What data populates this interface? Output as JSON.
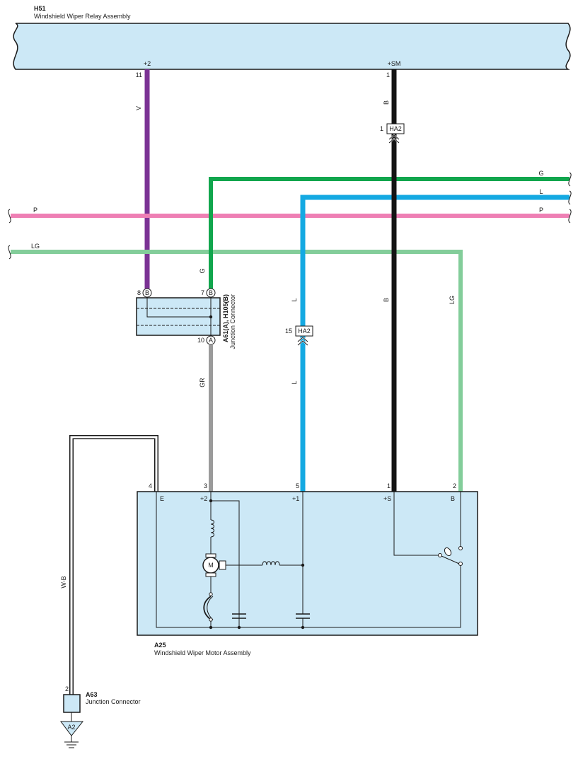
{
  "colors": {
    "violet": "#7b3294",
    "black": "#141414",
    "green": "#11a64d",
    "blue": "#14a9e2",
    "pink": "#ee7fb4",
    "light_green": "#83cd9a",
    "gray": "#9a9a9a",
    "box_fill": "#cce8f6"
  },
  "relay": {
    "code": "H51",
    "name": "Windshield Wiper Relay Assembly",
    "term_plus2": "+2",
    "term_plussm": "+SM",
    "pin_11": "11",
    "pin_1": "1"
  },
  "wires": {
    "v": "V",
    "b_top": "B",
    "b_mid": "B",
    "g_right": "G",
    "l_right": "L",
    "p_left": "P",
    "p_right": "P",
    "lg_left": "LG",
    "g_vert": "G",
    "l_upper": "L",
    "l_lower": "L",
    "lg_vert": "LG",
    "gr": "GR",
    "wb": "W-B"
  },
  "ha2_top": {
    "pin": "1",
    "label": "HA2"
  },
  "ha2_mid": {
    "pin": "15",
    "label": "HA2"
  },
  "junction": {
    "code": "A61(A), H105(B)",
    "name": "Junction Connector",
    "pin8": "8",
    "pin8_letter": "B",
    "pin7": "7",
    "pin7_letter": "B",
    "pin10": "10",
    "pin10_letter": "A"
  },
  "motor": {
    "code": "A25",
    "name": "Windshield Wiper Motor Assembly",
    "pin_4": "4",
    "pin_3": "3",
    "pin_5": "5",
    "pin_1": "1",
    "pin_2": "2",
    "term_e": "E",
    "term_plus2": "+2",
    "term_plus1": "+1",
    "term_pluss": "+S",
    "term_b": "B",
    "m": "M"
  },
  "a63": {
    "code": "A63",
    "name": "Junction Connector",
    "pin": "2"
  },
  "ground": {
    "label": "A2"
  }
}
